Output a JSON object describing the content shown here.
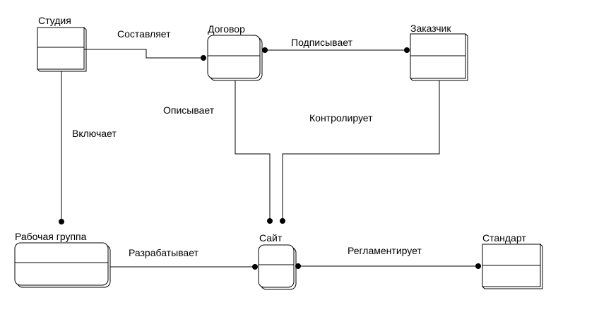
{
  "entities": {
    "studio": "Студия",
    "contract": "Договор",
    "customer": "Заказчик",
    "workgroup": "Рабочая группа",
    "site": "Сайт",
    "standard": "Стандарт"
  },
  "relations": {
    "composes": "Составляет",
    "signs": "Подписывает",
    "includes": "Включает",
    "describes": "Описывает",
    "controls": "Контролирует",
    "develops": "Разрабатывает",
    "regulates": "Регламентирует"
  }
}
